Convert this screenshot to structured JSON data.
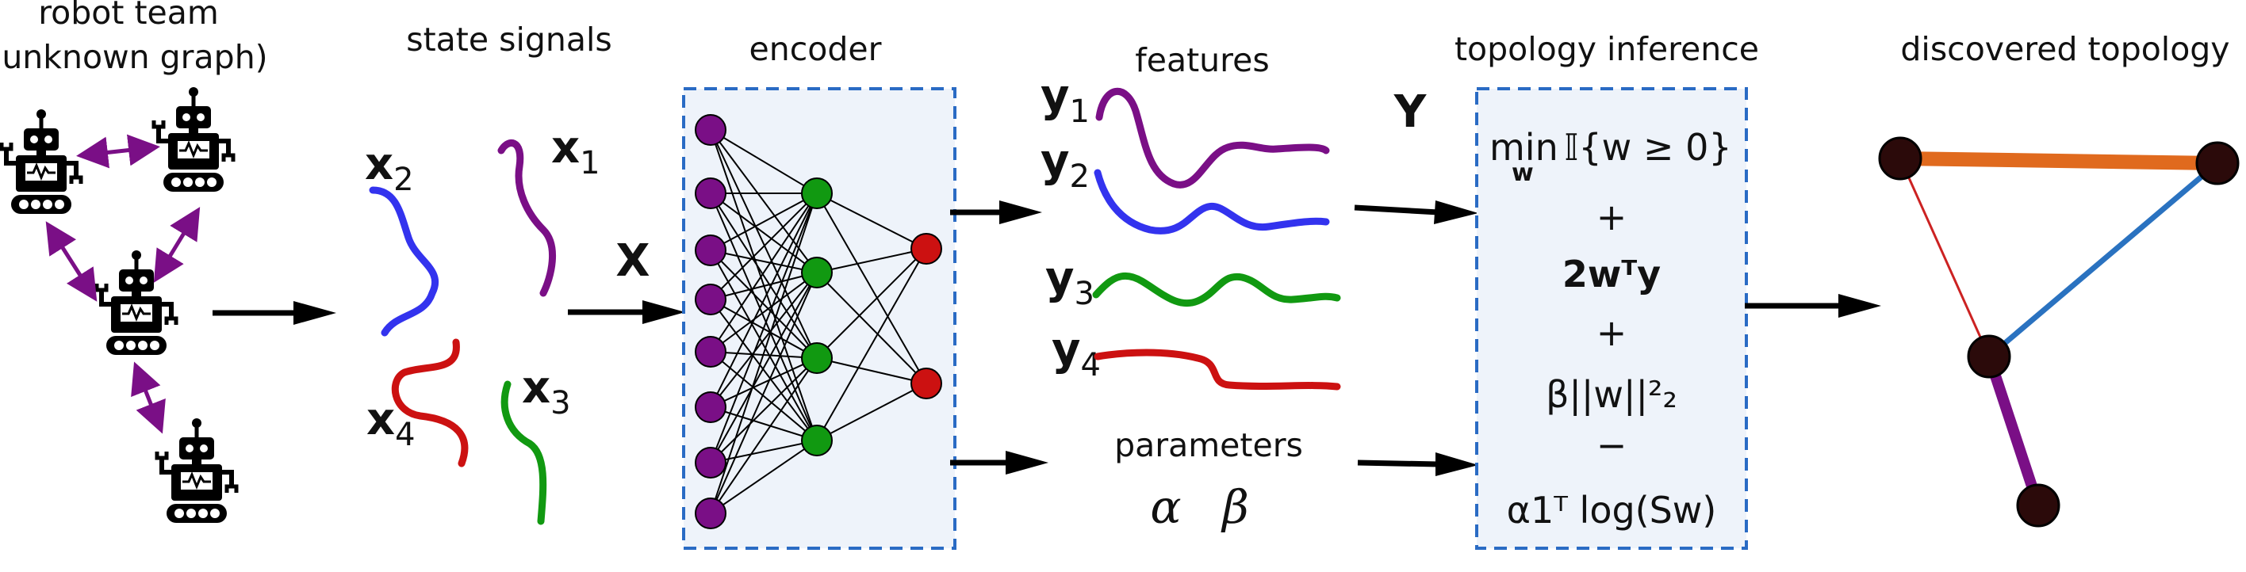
{
  "titles": {
    "robot_team_line1": "robot team",
    "robot_team_line2": "(unknown graph)",
    "state_signals": "state signals",
    "encoder": "encoder",
    "features": "features",
    "topology_inference": "topology inference",
    "discovered_topology": "discovered topology"
  },
  "signals": {
    "x1": {
      "base": "x",
      "sub": "1"
    },
    "x2": {
      "base": "x",
      "sub": "2"
    },
    "x3": {
      "base": "x",
      "sub": "3"
    },
    "x4": {
      "base": "x",
      "sub": "4"
    },
    "X": "X"
  },
  "features": {
    "y1": {
      "base": "y",
      "sub": "1"
    },
    "y2": {
      "base": "y",
      "sub": "2"
    },
    "y3": {
      "base": "y",
      "sub": "3"
    },
    "y4": {
      "base": "y",
      "sub": "4"
    },
    "Y": "Y",
    "parameters": "parameters",
    "alpha": "α",
    "beta": "β"
  },
  "objective": {
    "min": "min",
    "min_sub": "w",
    "indicator": "𝕀{w ≥ 0}",
    "plus1": "+",
    "term2": "2wᵀy",
    "plus2": "+",
    "term3": "β||w||²₂",
    "minus": "−",
    "term4": "α1ᵀ log(Sw)"
  },
  "colors": {
    "purple": "#7a0f86",
    "blue": "#3333ee",
    "green": "#119911",
    "red": "#cc1111",
    "orange": "#e06a1e",
    "edge_blue": "#2a72c0",
    "edge_red": "#cc2222",
    "box_dash": "#2a6bc4",
    "box_fill": "#eef3fa",
    "node_dark": "#2b0a0a"
  },
  "icons": [
    "robot-icon",
    "bidirectional-arrow-icon",
    "flow-arrow-icon"
  ]
}
